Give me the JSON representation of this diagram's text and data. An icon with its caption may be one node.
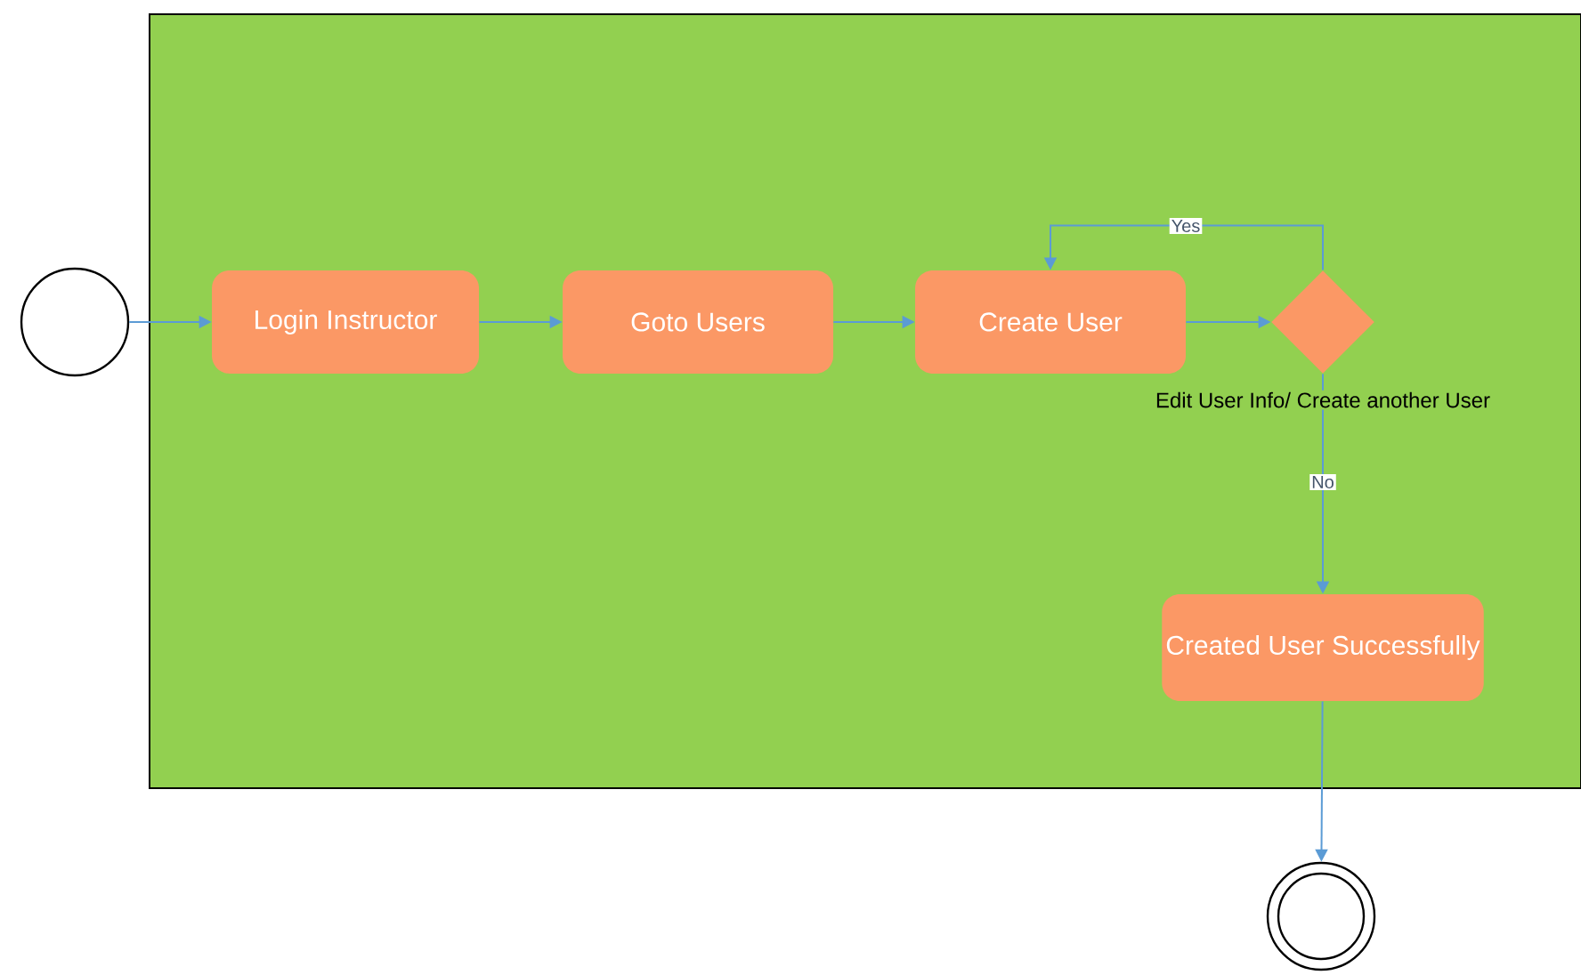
{
  "diagram": {
    "nodes": [
      {
        "text": [],
        "shape": "circle"
      },
      {
        "text": [],
        "shape": "box"
      },
      {
        "text": [
          "Login Instructor"
        ],
        "in": 1
      },
      {
        "text": [
          "Goto Users"
        ],
        "in": 1
      },
      {
        "text": [
          "Create User"
        ],
        "in": 1
      },
      {
        "text": [],
        "shape": "diamond",
        "in": 1,
        "beside": [
          "Edit User Info/ Create another User"
        ]
      },
      {
        "text": [
          "Created User Successfully"
        ],
        "in": 1
      },
      {
        "text": [],
        "shape": "circle"
      }
    ],
    "edges": [
      {
        "from": 0,
        "to": 2,
        "arrow": "to"
      },
      {
        "from": 2,
        "to": 3,
        "arrow": "to"
      },
      {
        "from": 3,
        "to": 4,
        "arrow": "to"
      },
      {
        "from": 4,
        "to": 5,
        "arrow": "to"
      },
      {
        "from": 5,
        "to": 4,
        "arrow": "to",
        "label": "Yes"
      },
      {
        "from": 5,
        "to": 6,
        "arrow": "to",
        "label": "No"
      },
      {
        "from": 6,
        "to": 7,
        "arrow": "to"
      }
    ]
  }
}
